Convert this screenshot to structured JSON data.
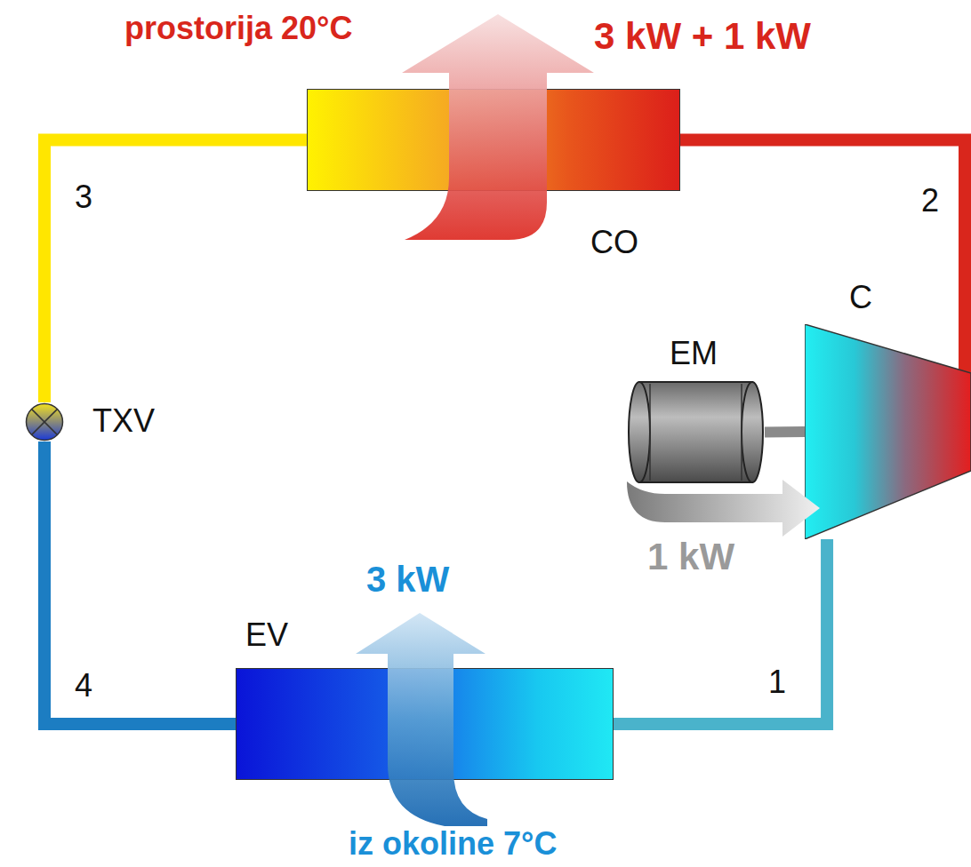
{
  "diagram": {
    "nodes": [
      {
        "text": [
          "CO"
        ]
      },
      {
        "text": [
          "C"
        ]
      },
      {
        "text": [
          "EM"
        ]
      },
      {
        "text": [
          "TXV"
        ]
      },
      {
        "text": [
          "EV"
        ]
      }
    ],
    "edges": [
      {
        "from": 0,
        "to": 3,
        "arrow": "none"
      },
      {
        "from": 3,
        "to": 4,
        "arrow": "none"
      },
      {
        "from": 4,
        "to": 1,
        "arrow": "none"
      },
      {
        "from": 1,
        "to": 0,
        "arrow": "none"
      },
      {
        "from": 2,
        "to": 1,
        "arrow": "none"
      }
    ],
    "labels": [
      "prostorija 20°C",
      "3 kW + 1 kW",
      "3",
      "2",
      "1 kW",
      "3 kW",
      "4",
      "1",
      "iz okoline 7°C"
    ]
  }
}
